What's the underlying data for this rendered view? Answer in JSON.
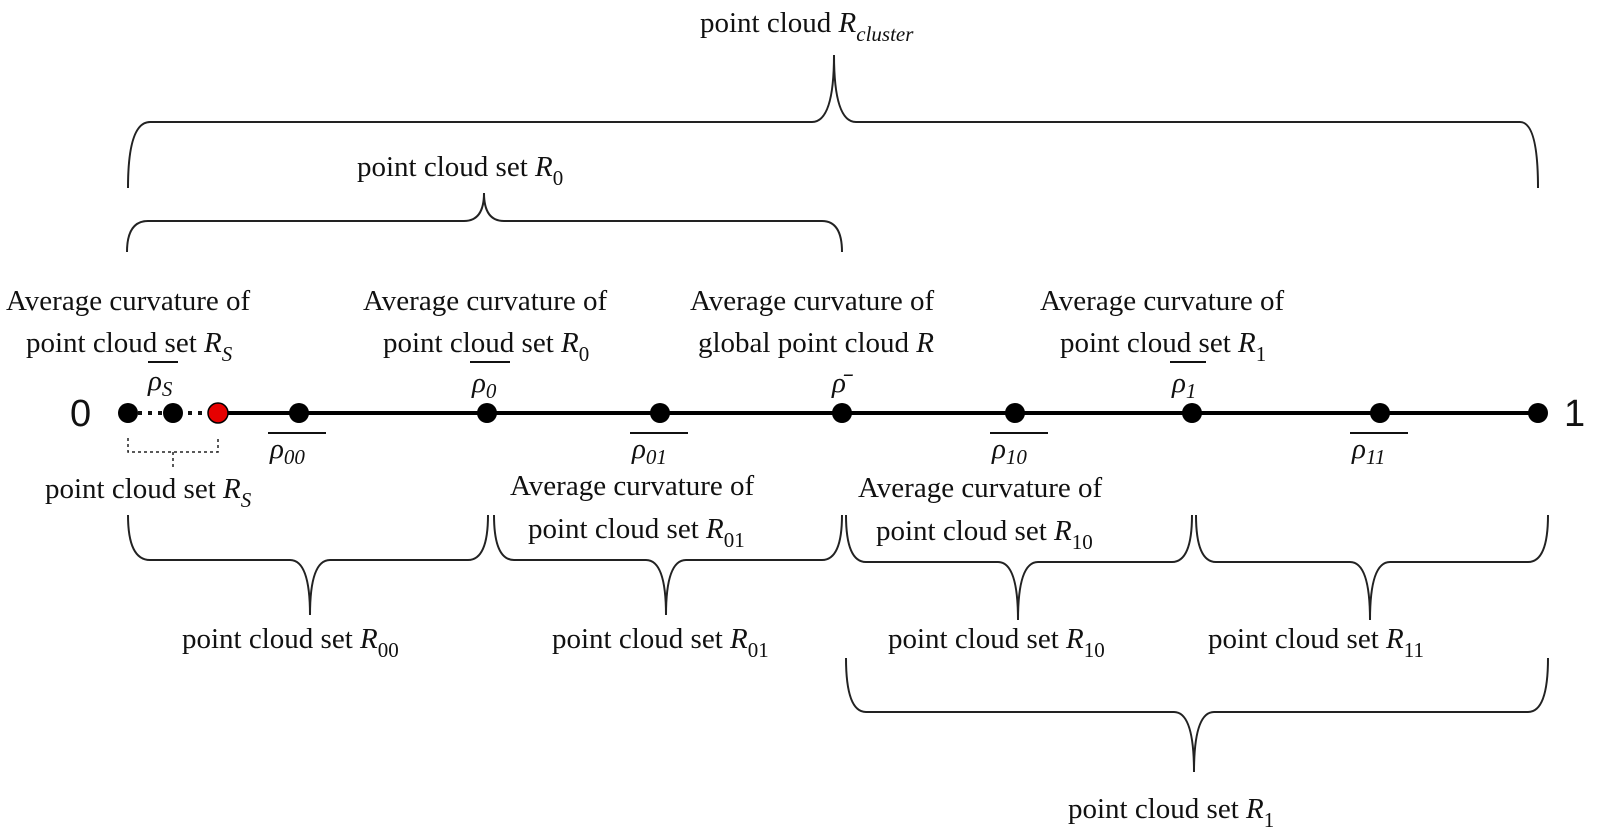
{
  "axis": {
    "start_label": "0",
    "end_label": "1"
  },
  "colors": {
    "line": "#000000",
    "point": "#000000",
    "highlight_point": "#e60000"
  },
  "points": [
    {
      "id": "p0"
    },
    {
      "id": "rho-s"
    },
    {
      "id": "threshold",
      "highlight": true
    },
    {
      "id": "rho-00"
    },
    {
      "id": "rho-0"
    },
    {
      "id": "rho-01"
    },
    {
      "id": "rho-bar"
    },
    {
      "id": "rho-10"
    },
    {
      "id": "rho-1"
    },
    {
      "id": "rho-11"
    },
    {
      "id": "p1"
    }
  ],
  "symbols": {
    "rho_s": {
      "base": "ρ",
      "sub": "S"
    },
    "rho_00": {
      "base": "ρ",
      "sub": "00"
    },
    "rho_0": {
      "base": "ρ",
      "sub": "0"
    },
    "rho_01": {
      "base": "ρ",
      "sub": "01"
    },
    "rho_bar": {
      "base": "ρ̄",
      "sub": ""
    },
    "rho_10": {
      "base": "ρ",
      "sub": "10"
    },
    "rho_1": {
      "base": "ρ",
      "sub": "1"
    },
    "rho_11": {
      "base": "ρ",
      "sub": "11"
    }
  },
  "captions": {
    "avg_rs": {
      "line1": "Average curvature of",
      "line2": "point cloud set ",
      "sym": "R",
      "sub": "S"
    },
    "avg_r0": {
      "line1": "Average curvature of",
      "line2": "point cloud set ",
      "sym": "R",
      "sub": "0"
    },
    "avg_global": {
      "line1": "Average curvature of",
      "line2": "global point cloud ",
      "sym": "R",
      "sub": ""
    },
    "avg_r1": {
      "line1": "Average curvature of",
      "line2": "point cloud set ",
      "sym": "R",
      "sub": "1"
    },
    "avg_r01": {
      "line1": "Average curvature of",
      "line2": "point cloud set ",
      "sym": "R",
      "sub": "01"
    },
    "avg_r10": {
      "line1": "Average curvature of",
      "line2": "point cloud set ",
      "sym": "R",
      "sub": "10"
    }
  },
  "braces": {
    "cluster": {
      "text": "point cloud ",
      "sym": "R",
      "sub": "cluster"
    },
    "r0": {
      "text": "point cloud set ",
      "sym": "R",
      "sub": "0"
    },
    "rs": {
      "text": "point cloud set ",
      "sym": "R",
      "sub": "S"
    },
    "r00": {
      "text": "point cloud set ",
      "sym": "R",
      "sub": "00"
    },
    "r01": {
      "text": "point cloud set ",
      "sym": "R",
      "sub": "01"
    },
    "r10": {
      "text": "point cloud set ",
      "sym": "R",
      "sub": "10"
    },
    "r11": {
      "text": "point cloud set ",
      "sym": "R",
      "sub": "11"
    },
    "r1": {
      "text": "point cloud set ",
      "sym": "R",
      "sub": "1"
    }
  }
}
